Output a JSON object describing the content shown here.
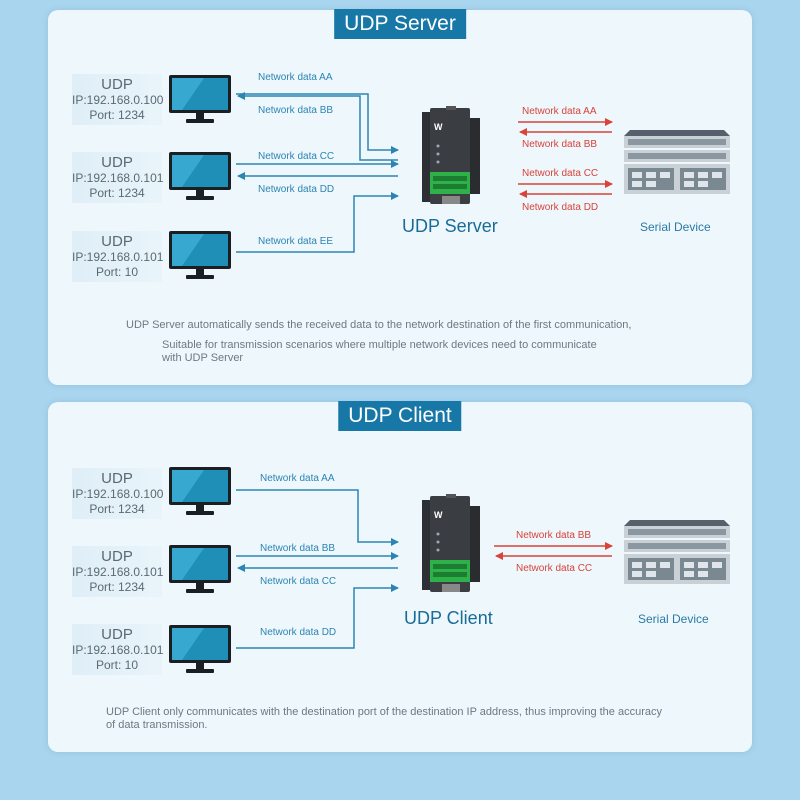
{
  "server_panel": {
    "title": "UDP Server",
    "hosts": [
      {
        "name": "UDP",
        "ip": "IP:192.168.0.100",
        "port": "Port: 1234"
      },
      {
        "name": "UDP",
        "ip": "IP:192.168.0.101",
        "port": "Port: 1234"
      },
      {
        "name": "UDP",
        "ip": "IP:192.168.0.101",
        "port": "Port: 10"
      }
    ],
    "network_flows": [
      "Network data AA",
      "Network data BB",
      "Network data CC",
      "Network data DD",
      "Network data EE"
    ],
    "serial_flows": [
      "Network data AA",
      "Network data BB",
      "Network data CC",
      "Network data DD"
    ],
    "device_label": "UDP Server",
    "serial_label": "Serial Device",
    "note_line1": "UDP Server automatically sends the received data to the network destination of the first communication,",
    "note_line2": "Suitable for transmission scenarios where multiple network devices need to communicate",
    "note_line3": "with UDP Server"
  },
  "client_panel": {
    "title": "UDP Client",
    "hosts": [
      {
        "name": "UDP",
        "ip": "IP:192.168.0.100",
        "port": "Port: 1234"
      },
      {
        "name": "UDP",
        "ip": "IP:192.168.0.101",
        "port": "Port: 1234"
      },
      {
        "name": "UDP",
        "ip": "IP:192.168.0.101",
        "port": "Port: 10"
      }
    ],
    "network_flows": [
      "Network data AA",
      "Network data BB",
      "Network data CC",
      "Network data DD"
    ],
    "serial_flows": [
      "Network data BB",
      "Network data CC"
    ],
    "device_label": "UDP Client",
    "serial_label": "Serial Device",
    "note_line1": "UDP Client only communicates with the destination port of the destination IP address, thus improving the accuracy",
    "note_line2": "of data transmission."
  },
  "colors": {
    "background": "#a9d5ee",
    "panel": "#eef7fc",
    "title_bar": "#1778a7",
    "network_arrow": "#2b85b2",
    "serial_arrow": "#d8433a"
  },
  "icons": [
    "monitor-icon",
    "gateway-device-icon",
    "server-rack-icon"
  ]
}
